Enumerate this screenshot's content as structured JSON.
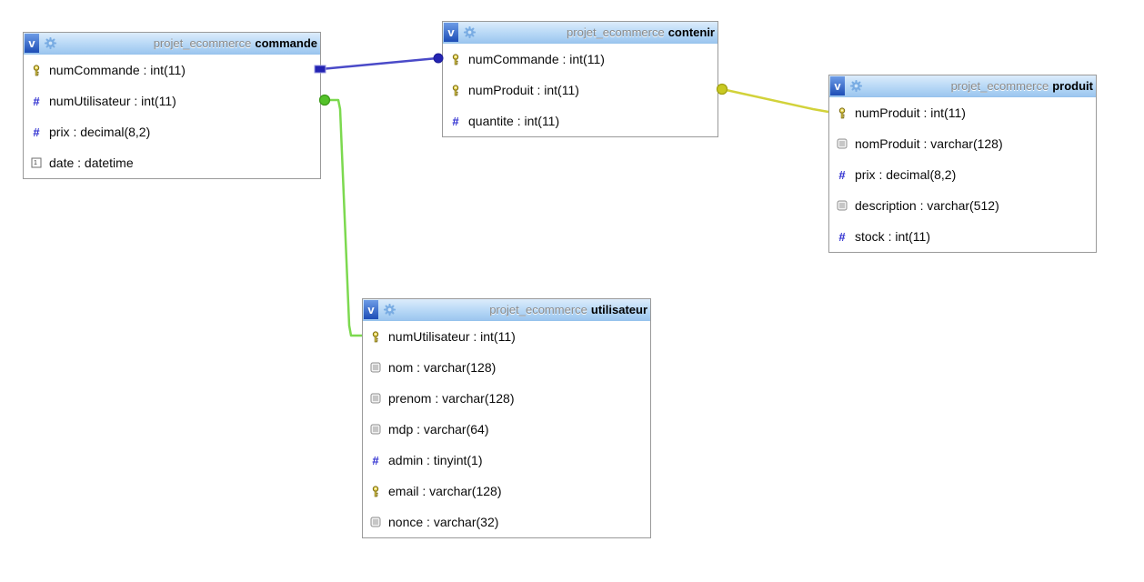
{
  "database_name": "projet_ecommerce",
  "header_toggle_label": "v",
  "hash_glyph": "#",
  "calendar_glyph": "1",
  "tables": [
    {
      "db": "projet_ecommerce",
      "name": "commande",
      "columns": [
        {
          "icon": "primary-key",
          "label": "numCommande : int(11)"
        },
        {
          "icon": "numeric",
          "label": "numUtilisateur : int(11)"
        },
        {
          "icon": "numeric",
          "label": "prix : decimal(8,2)"
        },
        {
          "icon": "datetime",
          "label": "date : datetime"
        }
      ]
    },
    {
      "db": "projet_ecommerce",
      "name": "contenir",
      "columns": [
        {
          "icon": "primary-key",
          "label": "numCommande : int(11)"
        },
        {
          "icon": "primary-key",
          "label": "numProduit : int(11)"
        },
        {
          "icon": "numeric",
          "label": "quantite : int(11)"
        }
      ]
    },
    {
      "db": "projet_ecommerce",
      "name": "produit",
      "columns": [
        {
          "icon": "primary-key",
          "label": "numProduit : int(11)"
        },
        {
          "icon": "text",
          "label": "nomProduit : varchar(128)"
        },
        {
          "icon": "numeric",
          "label": "prix : decimal(8,2)"
        },
        {
          "icon": "text",
          "label": "description : varchar(512)"
        },
        {
          "icon": "numeric",
          "label": "stock : int(11)"
        }
      ]
    },
    {
      "db": "projet_ecommerce",
      "name": "utilisateur",
      "columns": [
        {
          "icon": "primary-key",
          "label": "numUtilisateur : int(11)"
        },
        {
          "icon": "text",
          "label": "nom : varchar(128)"
        },
        {
          "icon": "text",
          "label": "prenom : varchar(128)"
        },
        {
          "icon": "text",
          "label": "mdp : varchar(64)"
        },
        {
          "icon": "numeric",
          "label": "admin : tinyint(1)"
        },
        {
          "icon": "primary-key",
          "label": "email : varchar(128)"
        },
        {
          "icon": "text",
          "label": "nonce : varchar(32)"
        }
      ]
    }
  ],
  "relations": [
    {
      "from": "commande.numCommande",
      "to": "contenir.numCommande",
      "line_color": "#4a4ac8",
      "endpoint_color": "#2323b2"
    },
    {
      "from": "commande.numUtilisateur",
      "to": "utilisateur.numUtilisateur",
      "line_color": "#7cd94f",
      "endpoint_color": "#54c22a"
    },
    {
      "from": "contenir.numProduit",
      "to": "produit.numProduit",
      "line_color": "#d2d23a",
      "endpoint_color": "#c9c922"
    }
  ],
  "colors": {
    "canvas_background": "#ffffff",
    "table_border": "#9a9a9a",
    "header_gradient_top": "#dcecfb",
    "header_gradient_bottom": "#9cc6ef",
    "toggle_box_blue": "#1d4db6",
    "numeric_icon_blue": "#2d2dd0"
  }
}
